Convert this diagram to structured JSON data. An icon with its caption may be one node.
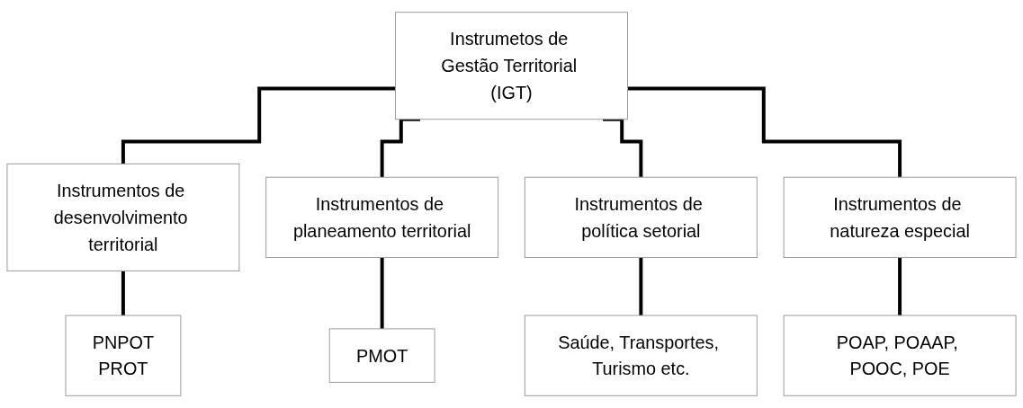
{
  "diagram": {
    "nodes": [
      {
        "text": [
          "Instrumetos de Gestão Territorial (IGT)"
        ]
      },
      {
        "text": [
          "Instrumentos de desenvolvimento territorial"
        ]
      },
      {
        "text": [
          "Instrumentos de planeamento territorial"
        ]
      },
      {
        "text": [
          "Instrumentos de política setorial"
        ]
      },
      {
        "text": [
          "Instrumentos de natureza especial"
        ]
      },
      {
        "text": [
          "PNPOT",
          "PROT"
        ]
      },
      {
        "text": [
          "PMOT"
        ]
      },
      {
        "text": [
          "Saúde, Transportes, Turismo etc."
        ]
      },
      {
        "text": [
          "POAP, POAAP, POOC, POE"
        ]
      }
    ],
    "edges": [
      {
        "from": 0,
        "to": 1,
        "arrow": "none"
      },
      {
        "from": 0,
        "to": 2,
        "arrow": "none"
      },
      {
        "from": 0,
        "to": 3,
        "arrow": "none"
      },
      {
        "from": 0,
        "to": 4,
        "arrow": "none"
      },
      {
        "from": 1,
        "to": 5,
        "arrow": "none"
      },
      {
        "from": 2,
        "to": 6,
        "arrow": "none"
      },
      {
        "from": 3,
        "to": 7,
        "arrow": "none"
      },
      {
        "from": 4,
        "to": 8,
        "arrow": "none"
      }
    ]
  }
}
